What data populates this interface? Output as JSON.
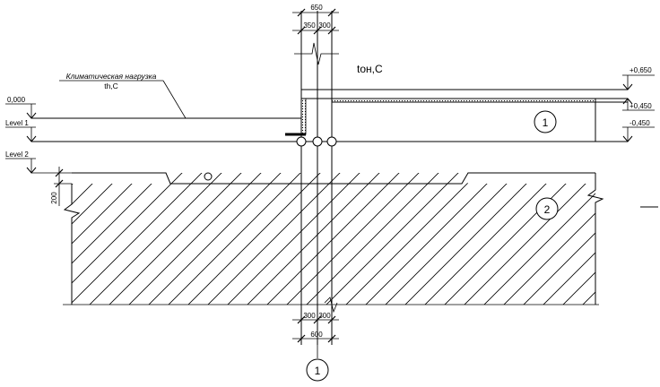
{
  "labels": {
    "climate_load_line1": "Климатическая нагрузка",
    "climate_load_line2": "th,C",
    "t_outdoor": "tон,C",
    "elev_zero": "0,000",
    "level1": "Level 1",
    "level2": "Level 2",
    "elev_plus_650": "+0,650",
    "elev_plus_450": "+0,450",
    "elev_minus_450": "-0,450"
  },
  "dimensions": {
    "top_total": "650",
    "top_left": "350",
    "top_right": "300",
    "bottom_left": "300",
    "bottom_right": "300",
    "bottom_total": "600",
    "side_200": "200"
  },
  "markers": {
    "zone1": "1",
    "zone2": "2",
    "axis1": "1"
  },
  "colors": {
    "ink": "#000000",
    "background": "#ffffff"
  }
}
